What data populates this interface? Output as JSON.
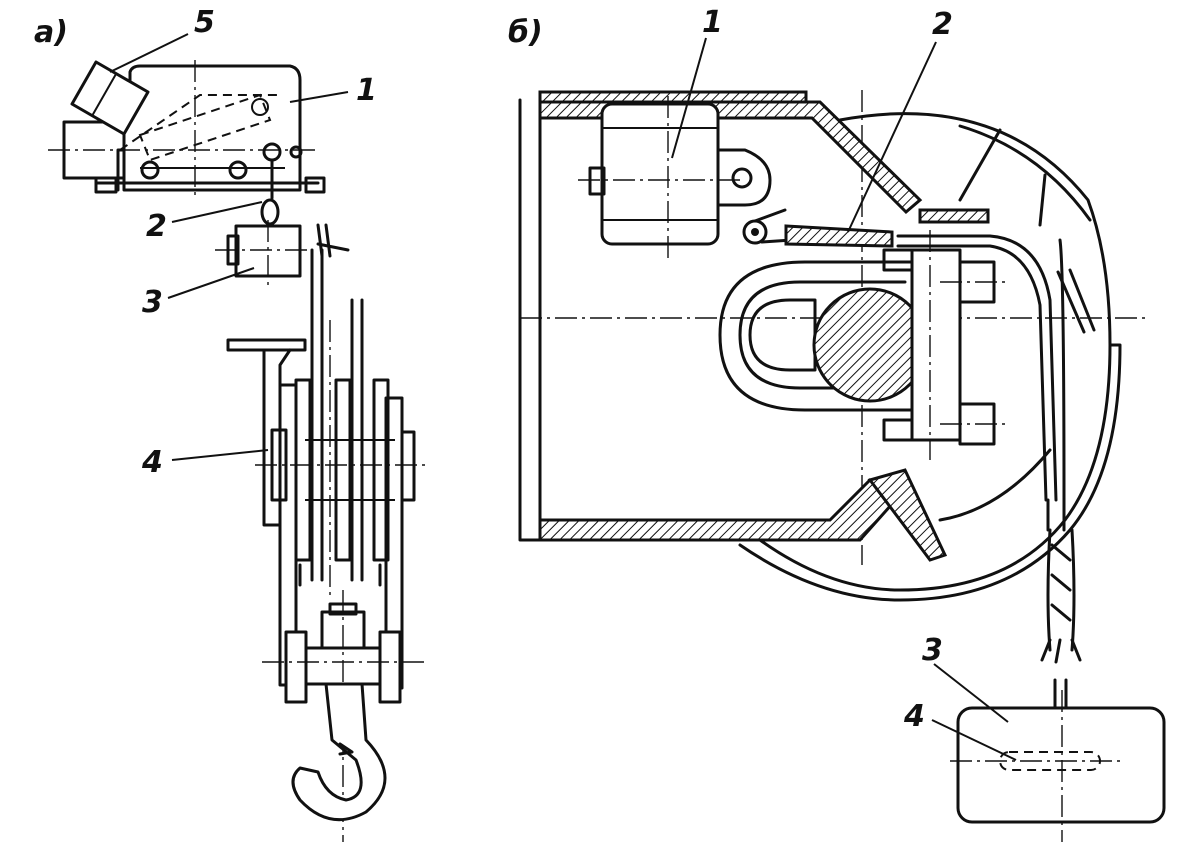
{
  "panel_a": {
    "title": "а)",
    "labels": {
      "l1": "1",
      "l2": "2",
      "l3": "3",
      "l4": "4",
      "l5": "5"
    }
  },
  "panel_b": {
    "title": "б)",
    "labels": {
      "l1": "1",
      "l2": "2",
      "l3": "3",
      "l4": "4"
    }
  }
}
